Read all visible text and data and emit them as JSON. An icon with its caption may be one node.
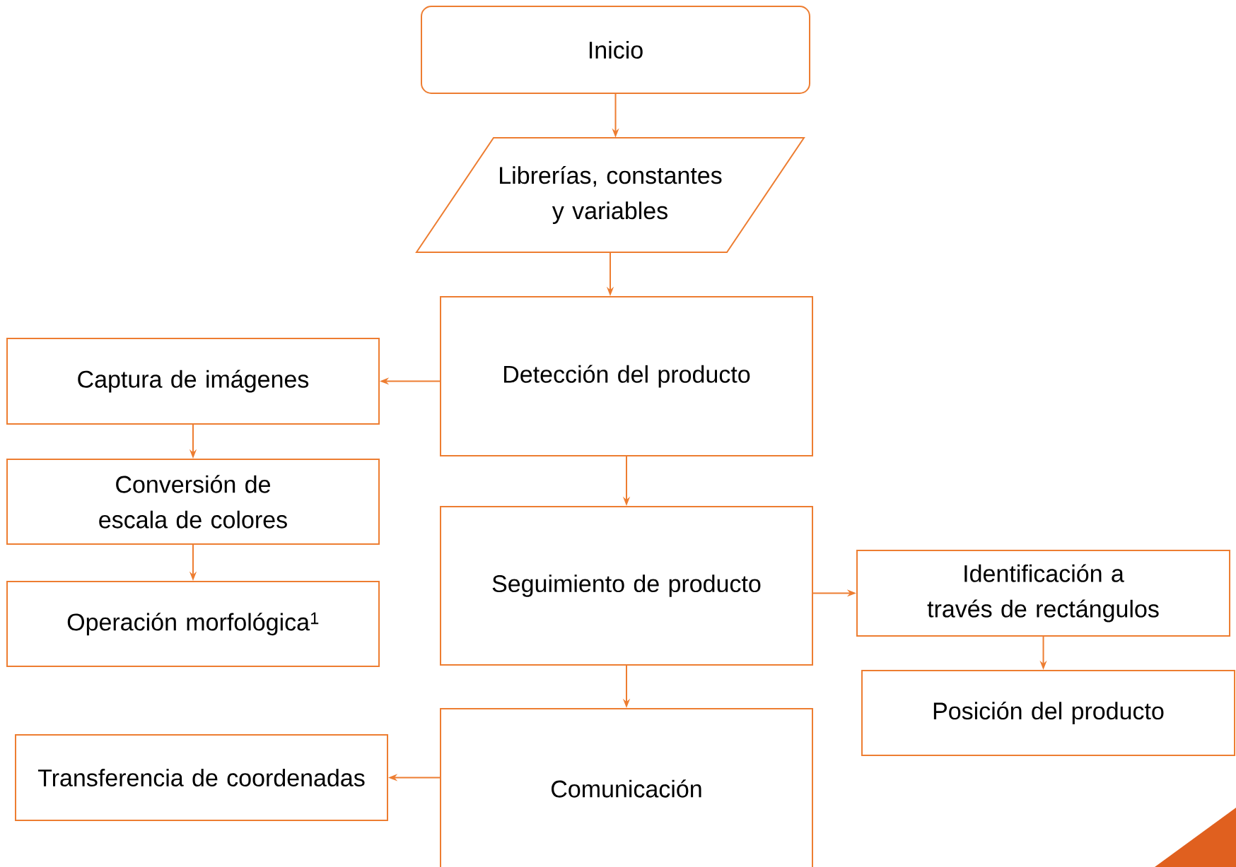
{
  "diagram": {
    "nodes": [
      {
        "text": [
          "Inicio"
        ]
      },
      {
        "text": [
          "Librerías, constantes y variables"
        ]
      },
      {
        "text": [
          "Detección del  producto"
        ]
      },
      {
        "text": [
          "Captura de imágenes"
        ]
      },
      {
        "text": [
          "Conversión de escala de colores"
        ]
      },
      {
        "text": [
          "Operación morfológica$^{1}$"
        ]
      },
      {
        "text": [
          "Seguimiento de producto"
        ]
      },
      {
        "text": [
          "Identificación a través de rectángulos"
        ]
      },
      {
        "text": [
          "Posición del producto"
        ]
      },
      {
        "text": [
          "Comunicación"
        ]
      },
      {
        "text": [
          "Transferencia de coordenadas"
        ]
      }
    ],
    "edges": [
      {
        "from": 0,
        "to": 1,
        "arrow": "to"
      },
      {
        "from": 1,
        "to": 2,
        "arrow": "to"
      },
      {
        "from": 2,
        "to": 3,
        "arrow": "to"
      },
      {
        "from": 3,
        "to": 4,
        "arrow": "to"
      },
      {
        "from": 4,
        "to": 5,
        "arrow": "to"
      },
      {
        "from": 2,
        "to": 6,
        "arrow": "to"
      },
      {
        "from": 6,
        "to": 7,
        "arrow": "to"
      },
      {
        "from": 7,
        "to": 8,
        "arrow": "to"
      },
      {
        "from": 6,
        "to": 9,
        "arrow": "to"
      },
      {
        "from": 9,
        "to": 10,
        "arrow": "to"
      }
    ]
  }
}
